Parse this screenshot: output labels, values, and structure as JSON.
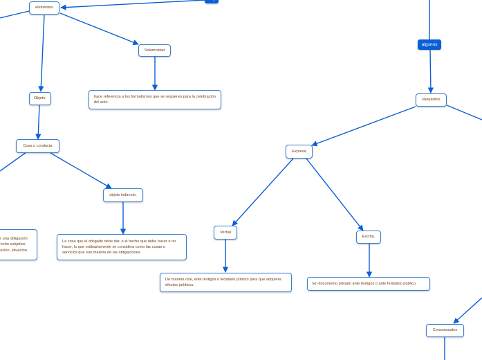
{
  "nodes": {
    "hay": "hay",
    "elementos": "elementos",
    "solemnidad": "Solemnidad",
    "solemnidad_desc": "hace referencia a los formalismos que se requieren para la celebración del acto.",
    "objeto": "Objeto.",
    "cosa_conducta": "Cosa o conducta",
    "objeto_indirecto": "objeto indirecto.",
    "objeto_directo_partial": "e una obligación\nrecho subjetivo\nlación, situación",
    "objeto_indirecto_desc": "La cosa que el obligado debe dar, o el hecho que debe hacer o no hacer, lo que ordinariamente se considera como las cosas o servicios que son materia de las obligaciones.",
    "algunos": "algunos",
    "requisitos": "Requisitos",
    "expresa": "Expresa",
    "verbal": "Verbal",
    "escrita": "Escrita.",
    "verbal_desc": "De manera oral, ante testigos o fedatario público para que adquiera efectos jurídicos.",
    "escrita_desc": "En documento privado ante testigos o ante fedatario público.",
    "consensuales": "Consensuales"
  },
  "colors": {
    "edge": "#0b5fd6",
    "node_border": "#3a7fd0",
    "node_text": "#6b3a12",
    "tag_bg": "#0b5fd6"
  }
}
